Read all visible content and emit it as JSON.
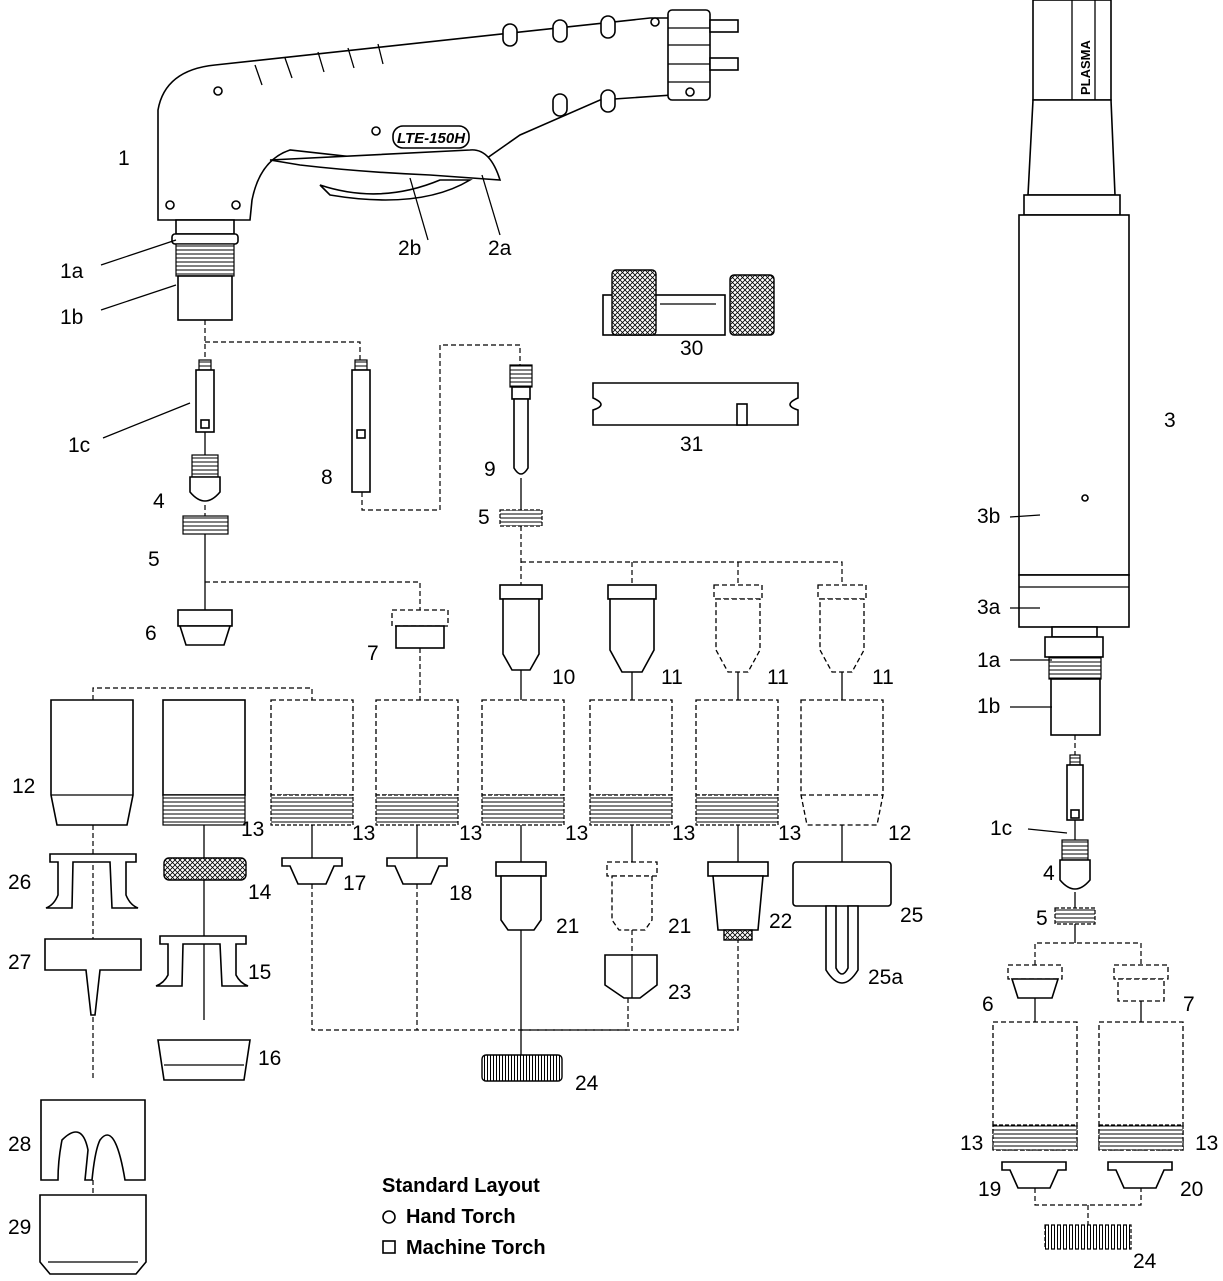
{
  "brand_text": "LTE-150H",
  "cable_text": "PLASMA",
  "legend": {
    "title": "Standard Layout",
    "hand": "Hand Torch",
    "machine": "Machine Torch",
    "hand_symbol": "circle-outline",
    "machine_symbol": "square-outline"
  },
  "labels": {
    "l1": "1",
    "l1a": "1a",
    "l1b": "1b",
    "l1c": "1c",
    "l2a": "2a",
    "l2b": "2b",
    "l4": "4",
    "l5": "5",
    "l6": "6",
    "l7": "7",
    "l8": "8",
    "l9": "9",
    "l10": "10",
    "l11a": "11",
    "l11b": "11",
    "l11c": "11",
    "l12a": "12",
    "l12b": "12",
    "l13a": "13",
    "l13b": "13",
    "l13c": "13",
    "l13d": "13",
    "l13e": "13",
    "l13f": "13",
    "l14": "14",
    "l15": "15",
    "l16": "16",
    "l17": "17",
    "l18": "18",
    "l21a": "21",
    "l21b": "21",
    "l22": "22",
    "l23": "23",
    "l24": "24",
    "l25": "25",
    "l25a": "25a",
    "l26": "26",
    "l27": "27",
    "l28": "28",
    "l29": "29",
    "l30": "30",
    "l31": "31",
    "r3": "3",
    "r3a": "3a",
    "r3b": "3b",
    "r1a": "1a",
    "r1b": "1b",
    "r1c": "1c",
    "r4": "4",
    "r5": "5",
    "r6": "6",
    "r7": "7",
    "r13a": "13",
    "r13b": "13",
    "r19": "19",
    "r20": "20",
    "r24": "24"
  }
}
